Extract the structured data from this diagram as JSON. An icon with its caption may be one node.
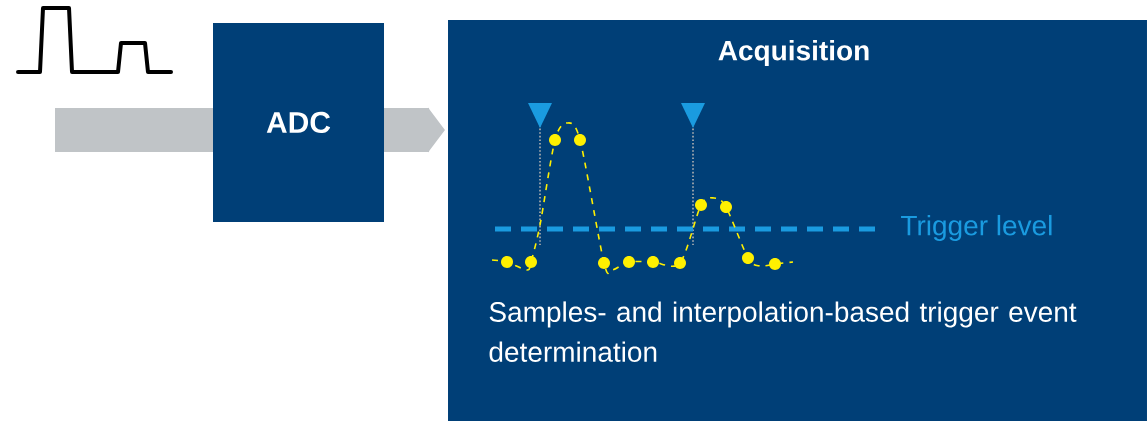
{
  "diagram": {
    "nodes": [
      {
        "text": [
          "ADC"
        ]
      },
      {
        "text": [
          "Acquisition",
          "Samples- and interpolation-based trigger event determination"
        ]
      }
    ],
    "edges": [
      {
        "from": null,
        "to": 0,
        "arrow": "none"
      },
      {
        "from": 0,
        "to": 1,
        "arrow": "to"
      }
    ],
    "labels": [
      "Trigger level"
    ]
  }
}
